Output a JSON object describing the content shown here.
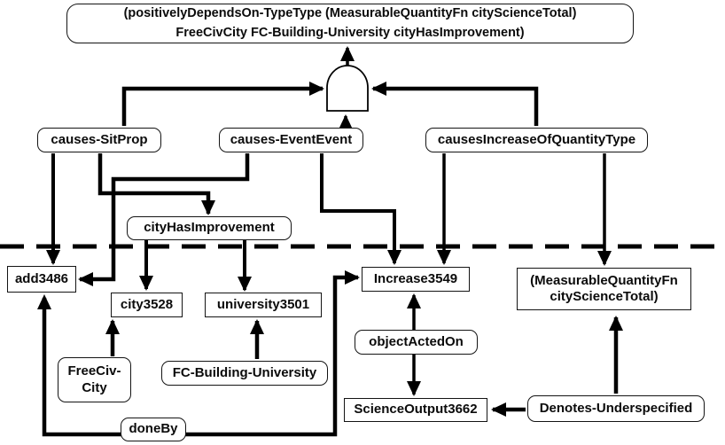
{
  "figure": {
    "background": "#ffffff",
    "stroke_color": "#000000",
    "nodes": {
      "goal": "(positivelyDependsOn-TypeType (MeasurableQuantityFn cityScienceTotal)\nFreeCivCity FC-Building-University cityHasImprovement)",
      "causes_sitprop": "causes-SitProp",
      "causes_eventevent": "causes-EventEvent",
      "causes_increase_of_quantity_type": "causesIncreaseOfQuantityType",
      "city_has_improvement": "cityHasImprovement",
      "add3486": "add3486",
      "city3528": "city3528",
      "university3501": "university3501",
      "increase3549": "Increase3549",
      "measurable_quantity": "(MeasurableQuantityFn\ncityScienceTotal)",
      "object_acted_on": "objectActedOn",
      "freeciv_city": "FreeCiv-\nCity",
      "fc_building_university": "FC-Building-University",
      "science_output3662": "ScienceOutput3662",
      "denotes_underspecified": "Denotes-Underspecified",
      "done_by": "doneBy"
    },
    "icons": {
      "and_gate": "and-gate"
    }
  }
}
